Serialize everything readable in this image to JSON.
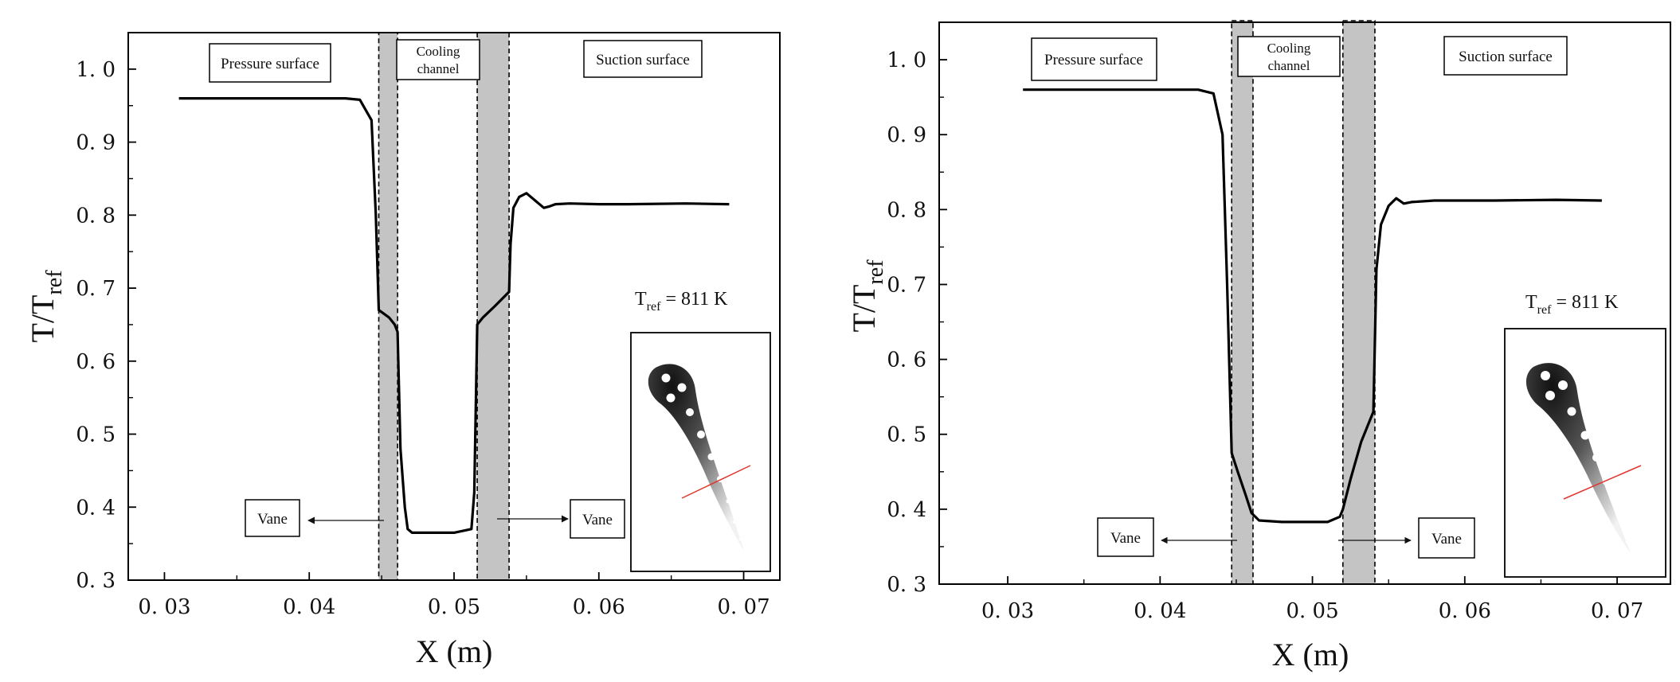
{
  "chart_data": [
    {
      "type": "line",
      "xlabel": "X (m)",
      "ylabel": "T/T",
      "ylabel_sub": "ref",
      "xlim": [
        0.0275,
        0.0725
      ],
      "ylim": [
        0.3,
        1.05
      ],
      "xticks": [
        0.03,
        0.04,
        0.05,
        0.06,
        0.07
      ],
      "xtick_labels": [
        "0. 03",
        "0. 04",
        "0. 05",
        "0. 06",
        "0. 07"
      ],
      "yticks": [
        0.3,
        0.4,
        0.5,
        0.6,
        0.7,
        0.8,
        0.9,
        1.0
      ],
      "ytick_labels": [
        "0. 3",
        "0. 4",
        "0. 5",
        "0. 6",
        "0. 7",
        "0. 8",
        "0. 9",
        "1. 0"
      ],
      "bands": [
        [
          0.0448,
          0.0461
        ],
        [
          0.0516,
          0.0538
        ]
      ],
      "channel_box": [
        0.0461,
        0.0516
      ],
      "series": [
        {
          "x": [
            0.031,
            0.035,
            0.04,
            0.0425,
            0.0435,
            0.0443,
            0.0446,
            0.0448,
            0.0455,
            0.0459,
            0.0461,
            0.0463,
            0.0466,
            0.0468,
            0.0471,
            0.05,
            0.0512,
            0.0514,
            0.0516,
            0.052,
            0.0528,
            0.0538,
            0.0539,
            0.0541,
            0.0545,
            0.055,
            0.0556,
            0.0562,
            0.0566,
            0.057,
            0.058,
            0.06,
            0.062,
            0.066,
            0.069
          ],
          "y": [
            0.96,
            0.96,
            0.96,
            0.96,
            0.958,
            0.93,
            0.8,
            0.67,
            0.66,
            0.65,
            0.64,
            0.48,
            0.4,
            0.37,
            0.365,
            0.365,
            0.37,
            0.42,
            0.65,
            0.66,
            0.675,
            0.695,
            0.76,
            0.81,
            0.825,
            0.83,
            0.82,
            0.81,
            0.812,
            0.815,
            0.816,
            0.815,
            0.815,
            0.816,
            0.815
          ]
        }
      ],
      "annotations": {
        "pressure_surface": "Pressure surface",
        "suction_surface": "Suction surface",
        "cooling_line1": "Cooling",
        "cooling_line2": "channel",
        "vane_left": "Vane",
        "vane_right": "Vane",
        "tref_main": "T",
        "tref_sub": "ref",
        "tref_value": " = 811 K"
      },
      "colors": {
        "band": "#c4c4c4",
        "line": "#000000",
        "cut_line": "#e0372e"
      }
    },
    {
      "type": "line",
      "xlabel": "X (m)",
      "ylabel": "T/T",
      "ylabel_sub": "ref",
      "xlim": [
        0.0255,
        0.0735
      ],
      "ylim": [
        0.3,
        1.05
      ],
      "xticks": [
        0.03,
        0.04,
        0.05,
        0.06,
        0.07
      ],
      "xtick_labels": [
        "0. 03",
        "0. 04",
        "0. 05",
        "0. 06",
        "0. 07"
      ],
      "yticks": [
        0.3,
        0.4,
        0.5,
        0.6,
        0.7,
        0.8,
        0.9,
        1.0
      ],
      "ytick_labels": [
        "0. 3",
        "0. 4",
        "0. 5",
        "0. 6",
        "0. 7",
        "0. 8",
        "0. 9",
        "1. 0"
      ],
      "bands": [
        [
          0.0447,
          0.0461
        ],
        [
          0.052,
          0.0541
        ]
      ],
      "channel_box": [
        0.0461,
        0.052
      ],
      "series": [
        {
          "x": [
            0.031,
            0.035,
            0.04,
            0.0425,
            0.0435,
            0.0441,
            0.0444,
            0.0446,
            0.0447,
            0.0451,
            0.0456,
            0.046,
            0.0465,
            0.048,
            0.051,
            0.0518,
            0.052,
            0.0525,
            0.0532,
            0.0538,
            0.054,
            0.0542,
            0.0545,
            0.055,
            0.0555,
            0.056,
            0.0565,
            0.058,
            0.062,
            0.066,
            0.069
          ],
          "y": [
            0.96,
            0.96,
            0.96,
            0.96,
            0.955,
            0.9,
            0.7,
            0.55,
            0.475,
            0.45,
            0.42,
            0.395,
            0.385,
            0.383,
            0.383,
            0.39,
            0.4,
            0.44,
            0.49,
            0.52,
            0.53,
            0.72,
            0.78,
            0.805,
            0.815,
            0.808,
            0.81,
            0.812,
            0.812,
            0.813,
            0.812
          ]
        }
      ],
      "annotations": {
        "pressure_surface": "Pressure surface",
        "suction_surface": "Suction surface",
        "cooling_line1": "Cooling",
        "cooling_line2": "channel",
        "vane_left": "Vane",
        "vane_right": "Vane",
        "tref_main": "T",
        "tref_sub": "ref",
        "tref_value": " = 811 K"
      },
      "colors": {
        "band": "#c4c4c4",
        "line": "#000000",
        "cut_line": "#e0372e"
      }
    }
  ]
}
